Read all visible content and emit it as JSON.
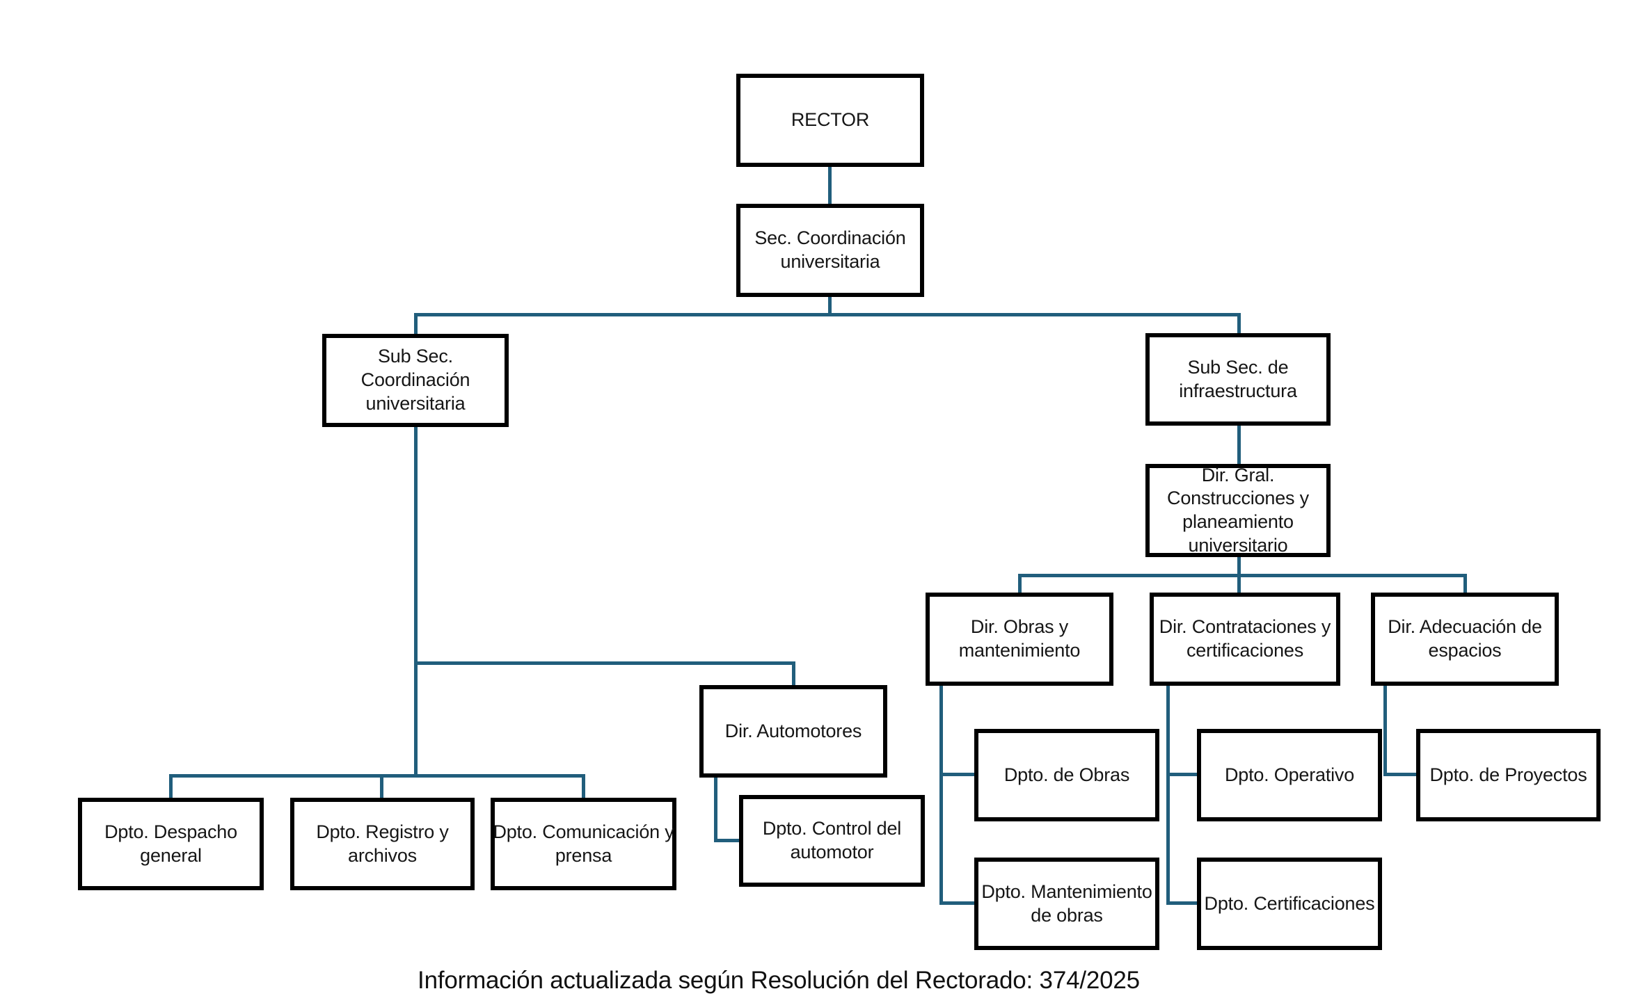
{
  "diagram": {
    "type": "org-chart",
    "language": "es",
    "colors": {
      "connector": "#215E7C",
      "box_border": "#000000",
      "box_background": "#FFFFFF",
      "text": "#161616",
      "page_background": "#FFFFFF"
    },
    "nodes": {
      "rector": {
        "label": "RECTOR"
      },
      "sec_coordinacion": {
        "label": "Sec. Coordinación\nuniversitaria"
      },
      "subsec_coord": {
        "label": "Sub Sec.\nCoordinación\nuniversitaria"
      },
      "subsec_infra": {
        "label": "Sub Sec. de\ninfraestructura"
      },
      "dir_gral": {
        "label": "Dir. Gral.\nConstrucciones y\nplaneamiento\nuniversitario"
      },
      "dir_obras": {
        "label": "Dir. Obras y\nmantenimiento"
      },
      "dir_contrataciones": {
        "label": "Dir. Contrataciones y\ncertificaciones"
      },
      "dir_adecuacion": {
        "label": "Dir. Adecuación de\nespacios"
      },
      "dir_automotores": {
        "label": "Dir. Automotores"
      },
      "dpto_despacho": {
        "label": "Dpto. Despacho\ngeneral"
      },
      "dpto_registro": {
        "label": "Dpto. Registro y\narchivos"
      },
      "dpto_comunicacion": {
        "label": "Dpto. Comunicación y\nprensa"
      },
      "dpto_control": {
        "label": "Dpto. Control del\nautomotor"
      },
      "dpto_de_obras": {
        "label": "Dpto. de Obras"
      },
      "dpto_operativo": {
        "label": "Dpto. Operativo"
      },
      "dpto_proyectos": {
        "label": "Dpto. de Proyectos"
      },
      "dpto_mantenimiento": {
        "label": "Dpto. Mantenimiento\nde obras"
      },
      "dpto_certificaciones": {
        "label": "Dpto. Certificaciones"
      }
    },
    "hierarchy": [
      {
        "parent": "rector",
        "child": "sec_coordinacion"
      },
      {
        "parent": "sec_coordinacion",
        "child": "subsec_coord"
      },
      {
        "parent": "sec_coordinacion",
        "child": "subsec_infra"
      },
      {
        "parent": "subsec_coord",
        "child": "dir_automotores"
      },
      {
        "parent": "subsec_coord",
        "child": "dpto_despacho"
      },
      {
        "parent": "subsec_coord",
        "child": "dpto_registro"
      },
      {
        "parent": "subsec_coord",
        "child": "dpto_comunicacion"
      },
      {
        "parent": "dir_automotores",
        "child": "dpto_control"
      },
      {
        "parent": "subsec_infra",
        "child": "dir_gral"
      },
      {
        "parent": "dir_gral",
        "child": "dir_obras"
      },
      {
        "parent": "dir_gral",
        "child": "dir_contrataciones"
      },
      {
        "parent": "dir_gral",
        "child": "dir_adecuacion"
      },
      {
        "parent": "dir_obras",
        "child": "dpto_de_obras"
      },
      {
        "parent": "dir_obras",
        "child": "dpto_mantenimiento"
      },
      {
        "parent": "dir_contrataciones",
        "child": "dpto_operativo"
      },
      {
        "parent": "dir_contrataciones",
        "child": "dpto_certificaciones"
      },
      {
        "parent": "dir_adecuacion",
        "child": "dpto_proyectos"
      }
    ],
    "footer": {
      "text": "Información actualizada según Resolución del Rectorado: 374/2025"
    }
  }
}
